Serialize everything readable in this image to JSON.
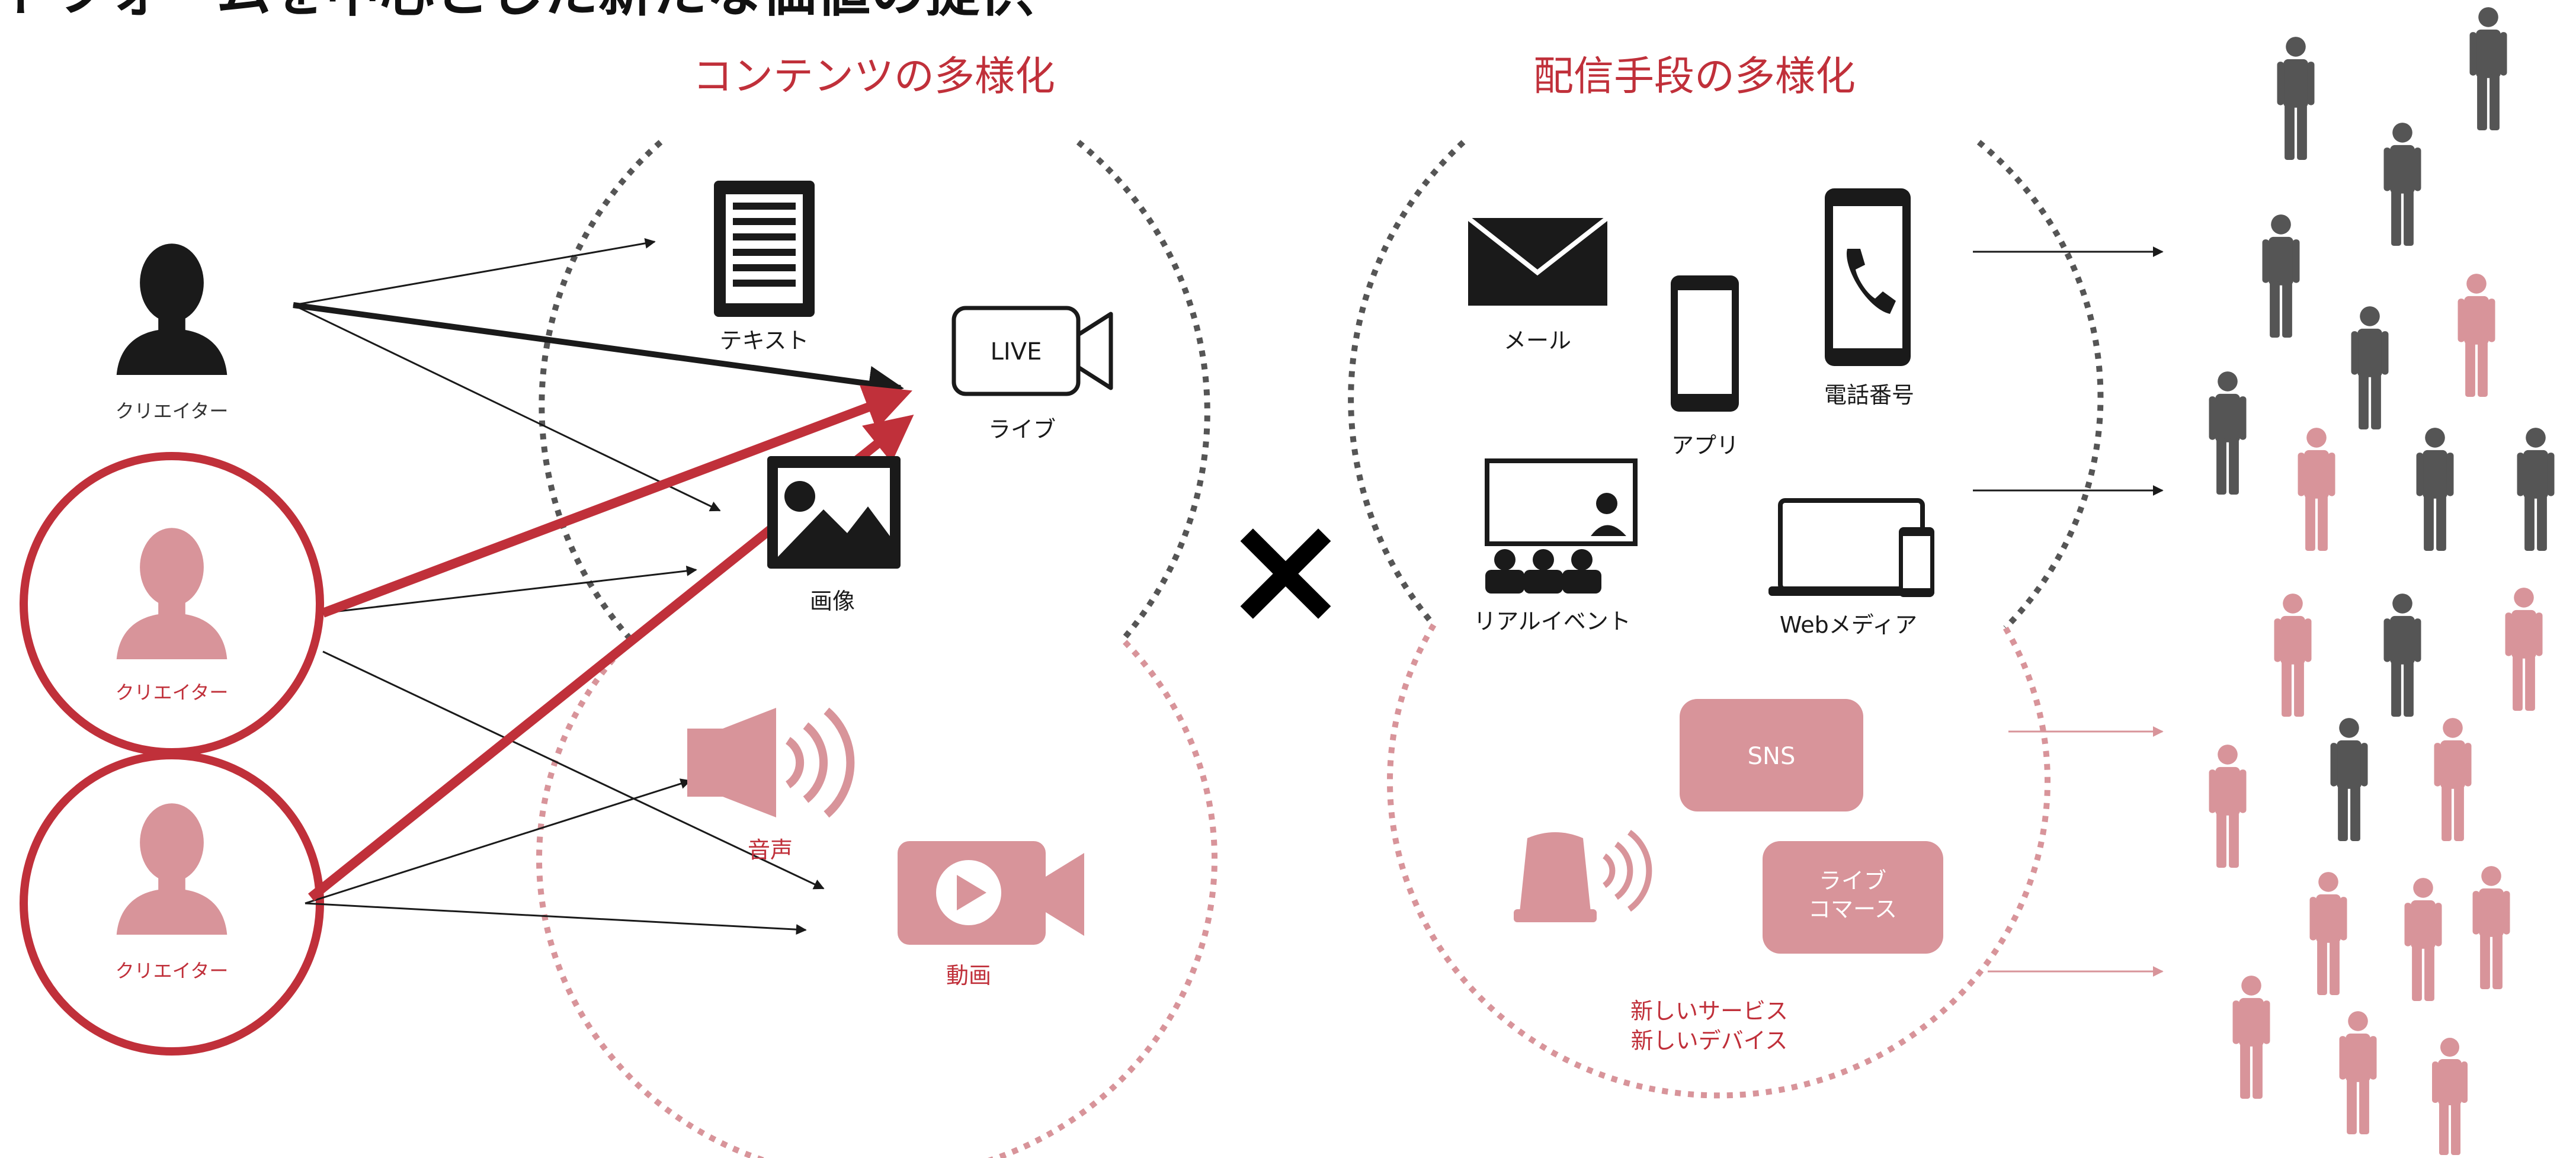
{
  "title": "トフォームを中心とした新たな価値の提供",
  "headings": {
    "contents": "コンテンツの多様化",
    "channels": "配信手段の多様化"
  },
  "creators": [
    {
      "label": "クリエイター"
    },
    {
      "label": "クリエイター"
    },
    {
      "label": "クリエイター"
    }
  ],
  "content_items": {
    "text": "テキスト",
    "live_badge": "LIVE",
    "live": "ライブ",
    "image": "画像",
    "audio": "音声",
    "video": "動画"
  },
  "channel_items": {
    "mail": "メール",
    "app": "アプリ",
    "phone": "電話番号",
    "event": "リアルイベント",
    "web": "Webメディア",
    "sns": "SNS",
    "live_commerce_1": "ライブ",
    "live_commerce_2": "コマース",
    "new_service": "新しいサービス",
    "new_device": "新しいデバイス"
  },
  "cross_symbol": "×",
  "colors": {
    "accent_red": "#c0303a",
    "pink": "#d8949a",
    "dark": "#1a1a1a",
    "gray_person": "#555555"
  }
}
